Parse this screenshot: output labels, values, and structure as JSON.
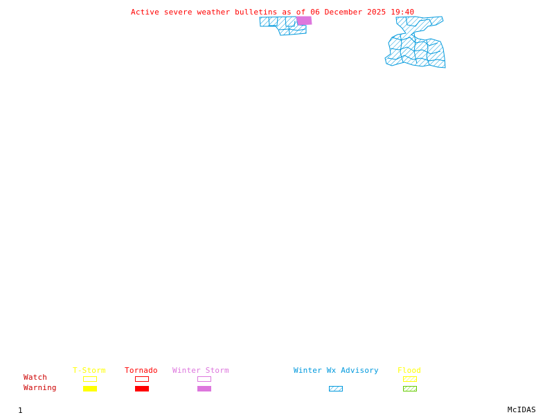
{
  "title": "Active severe weather bulletins as of 06 December 2025 19:40",
  "map": {
    "alerts": [
      {
        "type": "winter_wx_advisory",
        "region": "north-central",
        "style": "hatched",
        "color": "#0099dd"
      },
      {
        "type": "winter_storm_warning",
        "region": "north-central",
        "style": "solid",
        "color": "#dd77dd"
      },
      {
        "type": "winter_wx_advisory",
        "region": "northeast",
        "style": "hatched",
        "color": "#0099dd"
      }
    ]
  },
  "legend": {
    "row_labels": {
      "watch": "Watch",
      "warning": "Warning"
    },
    "categories": [
      {
        "label": "T-Storm",
        "color": "#ffff00",
        "watch": "outline",
        "warning": "solid"
      },
      {
        "label": "Tornado",
        "color": "#ff0000",
        "watch": "outline",
        "warning": "solid"
      },
      {
        "label": "Winter Storm",
        "color": "#dd77dd",
        "watch": "outline",
        "warning": "solid"
      },
      {
        "label": "Winter Wx Advisory",
        "color": "#0099dd",
        "watch": "none",
        "warning": "hatched"
      },
      {
        "label": "Flood",
        "color": "#ffff00",
        "warning_color": "#66cc00",
        "watch": "hatched",
        "warning": "hatched"
      }
    ]
  },
  "footer": {
    "frame_number": "1",
    "brand": "McIDAS"
  }
}
